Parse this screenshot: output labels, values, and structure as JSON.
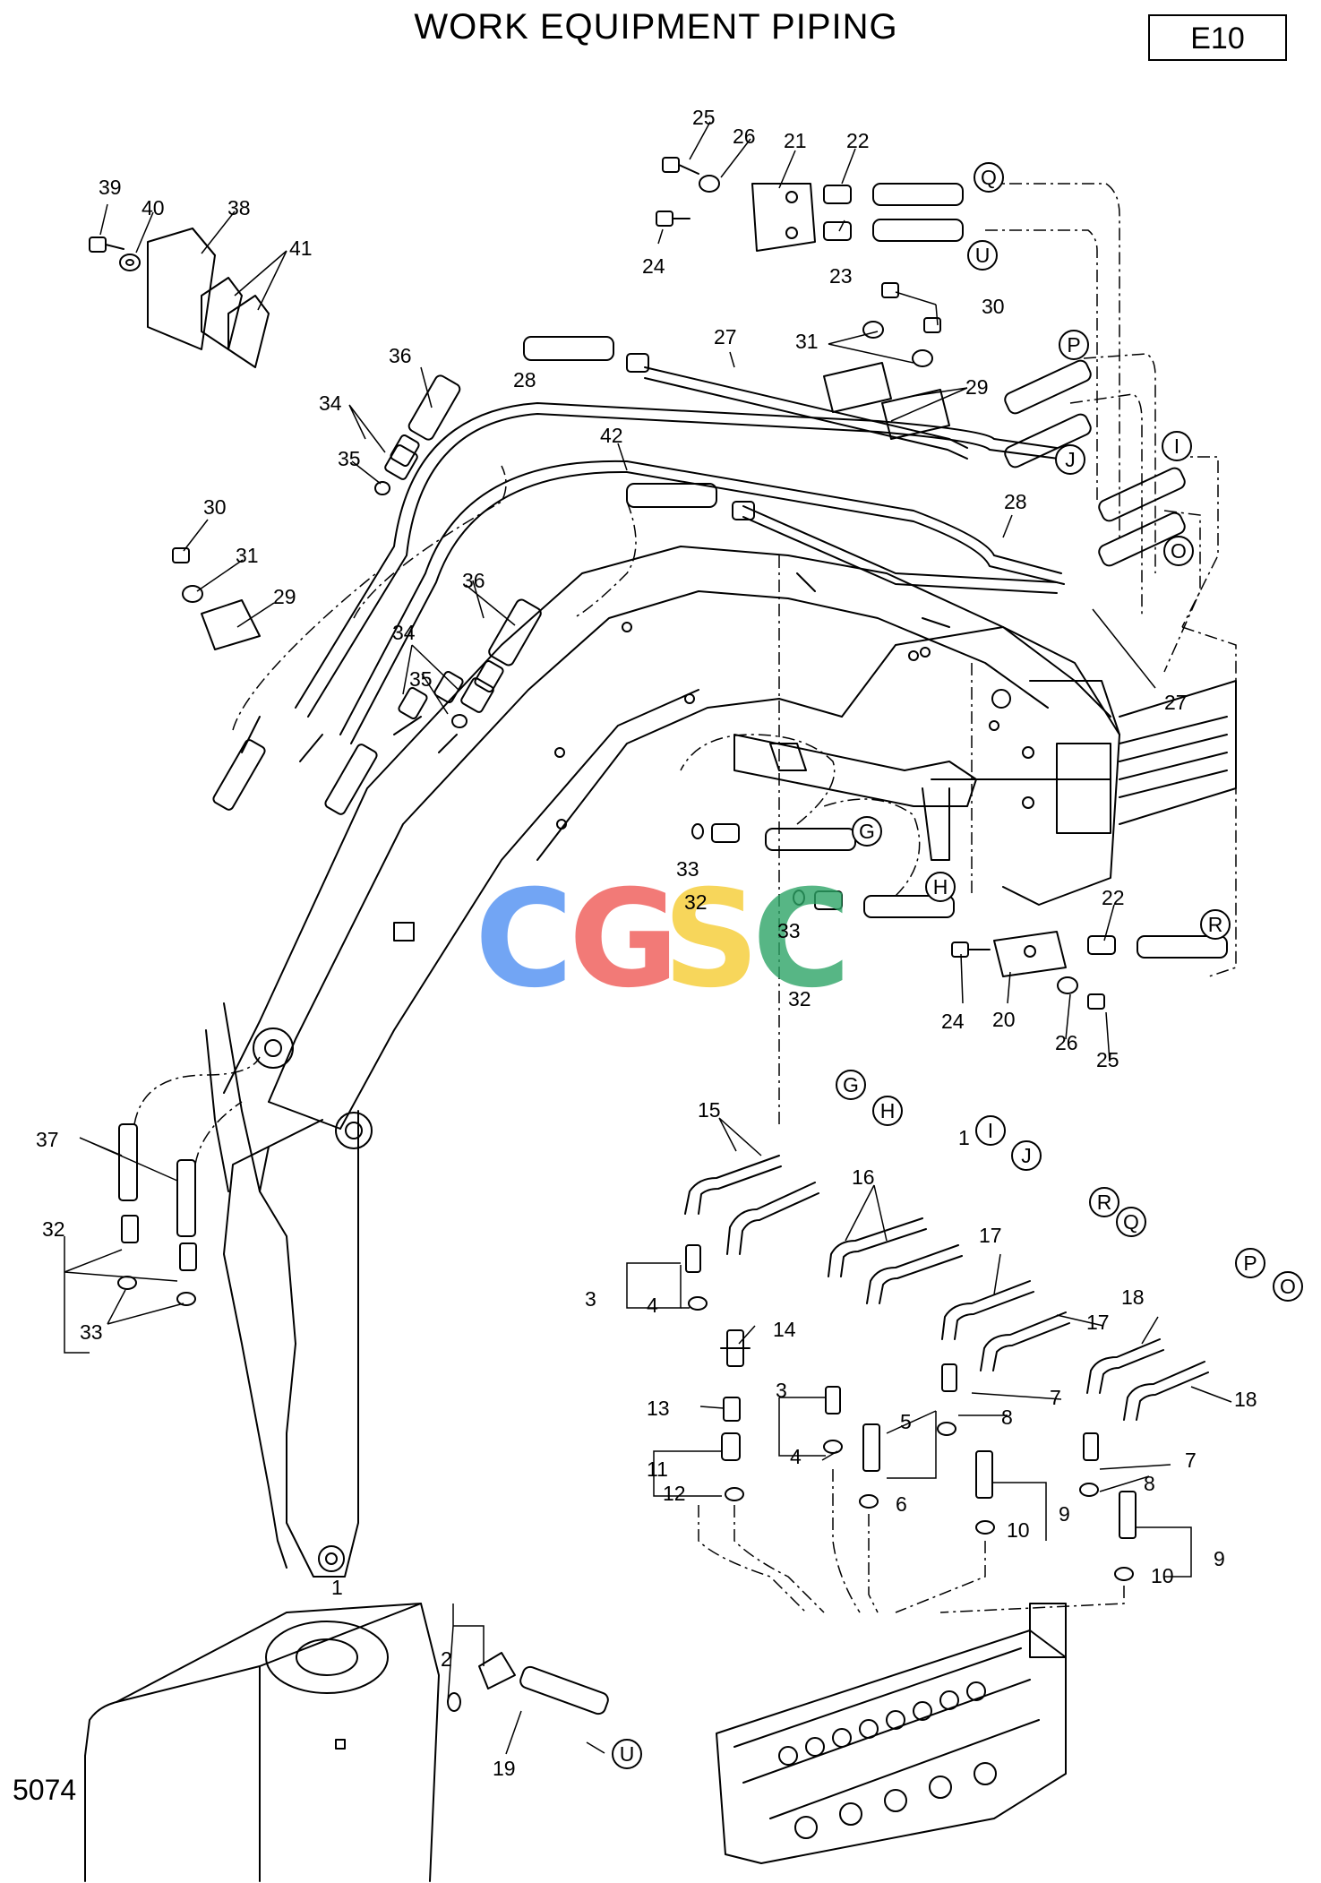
{
  "title": "WORK EQUIPMENT PIPING",
  "page_code": "E10",
  "drawing_number": "5074",
  "watermark": {
    "letters": [
      "C",
      "G",
      "S",
      "C"
    ],
    "colors": [
      "#4f8ff2",
      "#ef5a56",
      "#f6cc33",
      "#2ea567"
    ]
  },
  "part_labels": [
    "1",
    "2",
    "3",
    "4",
    "5",
    "6",
    "7",
    "8",
    "9",
    "10",
    "11",
    "12",
    "13",
    "14",
    "15",
    "16",
    "17",
    "18",
    "19",
    "20",
    "21",
    "22",
    "23",
    "24",
    "25",
    "26",
    "27",
    "28",
    "29",
    "30",
    "31",
    "32",
    "33",
    "34",
    "35",
    "36",
    "37",
    "38",
    "39",
    "40",
    "41",
    "42"
  ],
  "connection_markers": [
    "G",
    "H",
    "I",
    "J",
    "O",
    "P",
    "Q",
    "R",
    "U"
  ],
  "icons": [
    "circled-letter-marker",
    "hose-fitting",
    "o-ring",
    "elbow-fitting",
    "clamp",
    "bolt",
    "washer",
    "control-valve",
    "hydraulic-tank",
    "boom"
  ]
}
